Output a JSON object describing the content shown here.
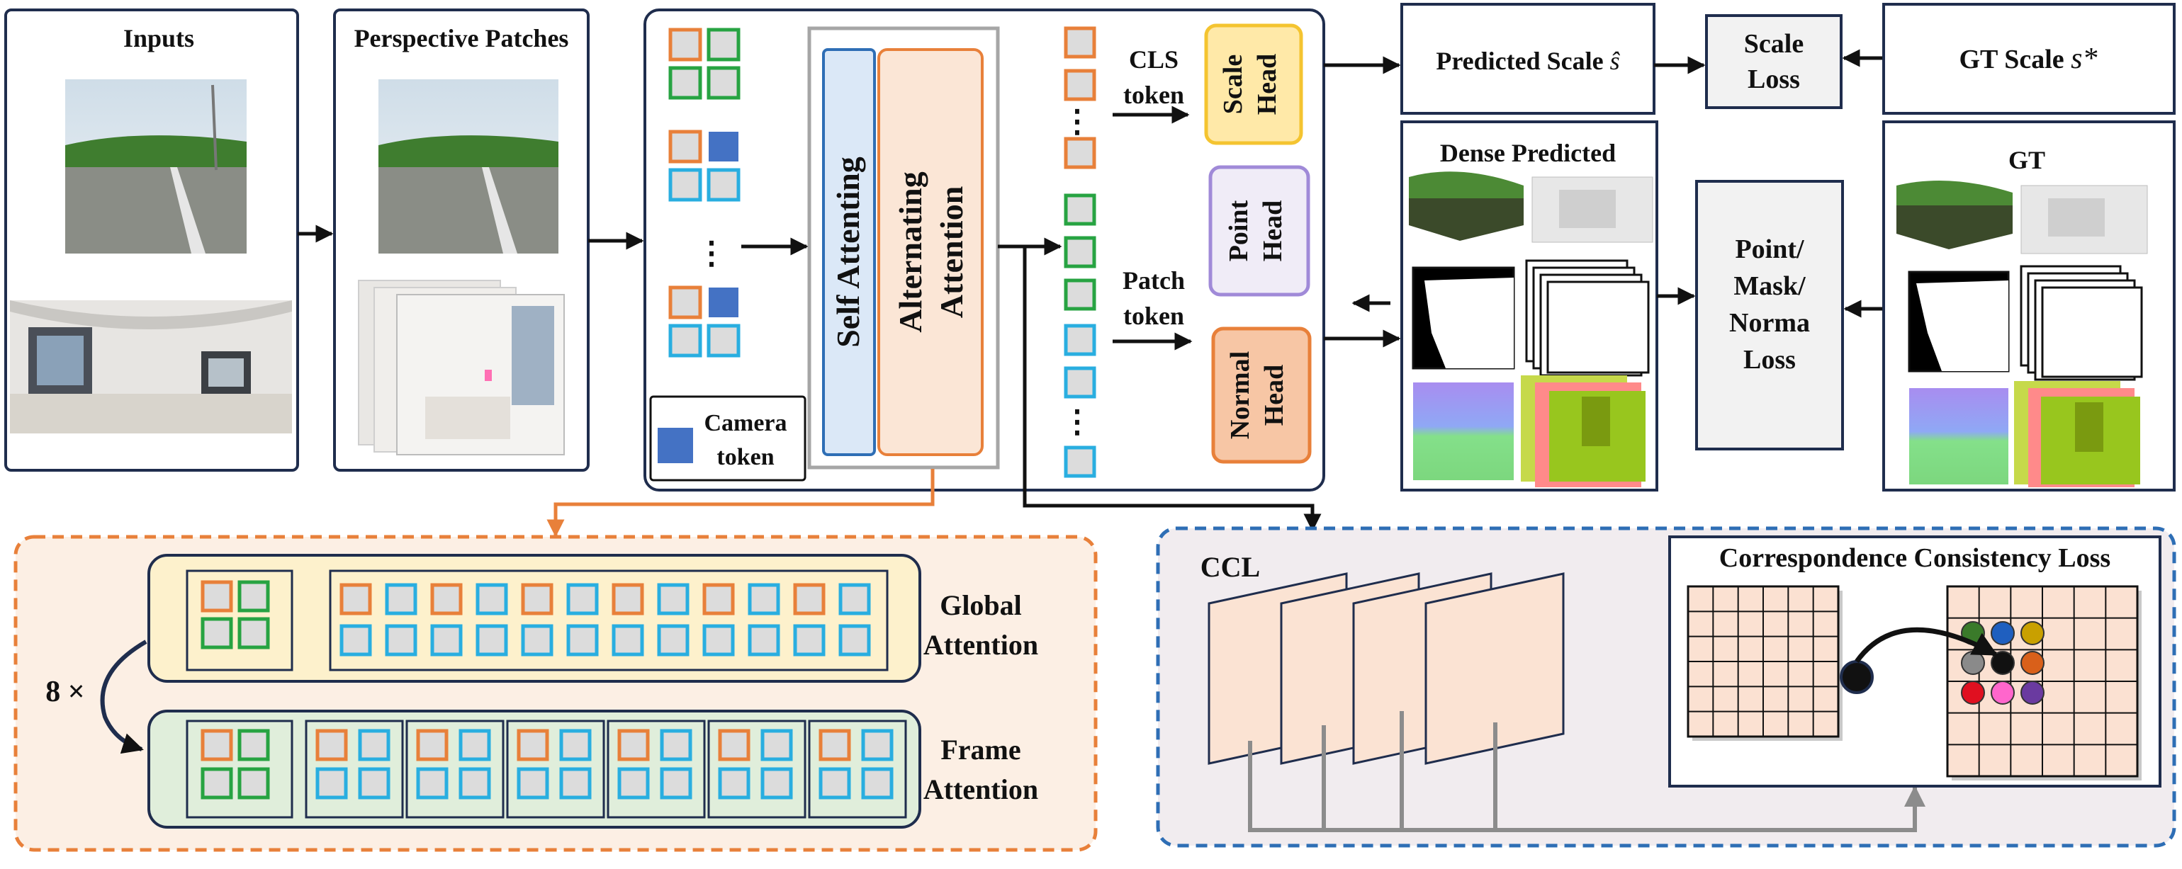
{
  "colors": {
    "panel_stroke": "#1f2d4d",
    "orange": "#e8803a",
    "green": "#27a342",
    "blue": "#29aee0",
    "camera": "#4472c4",
    "tile_fill": "#dcdcdc",
    "scale_head": "#ffe9a8",
    "scale_head_stroke": "#f4c430",
    "point_head": "#f0ecf7",
    "point_head_stroke": "#a08ad8",
    "normal_head": "#f7c6a5",
    "normal_head_stroke": "#e8803a",
    "self_attn_fill": "#dbe8f7",
    "self_attn_stroke": "#2e6eb5",
    "alt_attn_fill": "#fbe6d6",
    "global_band": "#fdf1cc",
    "frame_band": "#e0eedb",
    "bottom_left_fill": "#fcefe4",
    "bottom_right_fill": "#f1ecef",
    "grid_fill": "#fbe1d2",
    "ccl_frame": "#fbe3d3",
    "dot_colors": [
      "#3a7a2a",
      "#1f5fbf",
      "#c9a000",
      "#8a8a8a",
      "#111111",
      "#d9601a",
      "#e01020",
      "#ff66cc",
      "#6a3aa0"
    ]
  },
  "icons": {
    "arrow": "arrow-right-icon",
    "curved": "curved-arrow-icon"
  },
  "labels": {
    "inputs": "Inputs",
    "perspective": "Perspective Patches",
    "camera": "Camera",
    "camera2": "token",
    "self_attention": "Self Attenting",
    "alternating1": "Alternating",
    "alternating2": "Attention",
    "cls1": "CLS",
    "cls2": "token",
    "patch1": "Patch",
    "patch2": "token",
    "scale_head1": "Scale",
    "scale_head2": "Head",
    "point_head1": "Point",
    "point_head2": "Head",
    "normal_head1": "Normal",
    "normal_head2": "Head",
    "predicted_scale": "Predicted Scale",
    "predicted_scale_sym": "ŝ",
    "scale_loss1": "Scale",
    "scale_loss2": "Loss",
    "gt_scale": "GT Scale",
    "gt_scale_sym": "s*",
    "dense_predicted": "Dense Predicted",
    "gt": "GT",
    "loss1": "Point/",
    "loss2": "Mask/",
    "loss3": "Norma",
    "loss4": "Loss",
    "global1": "Global",
    "global2": "Attention",
    "frame1": "Frame",
    "frame2": "Attention",
    "repeat": "8 ×",
    "ccl": "CCL",
    "ccl_title": "Correspondence Consistency Loss"
  }
}
